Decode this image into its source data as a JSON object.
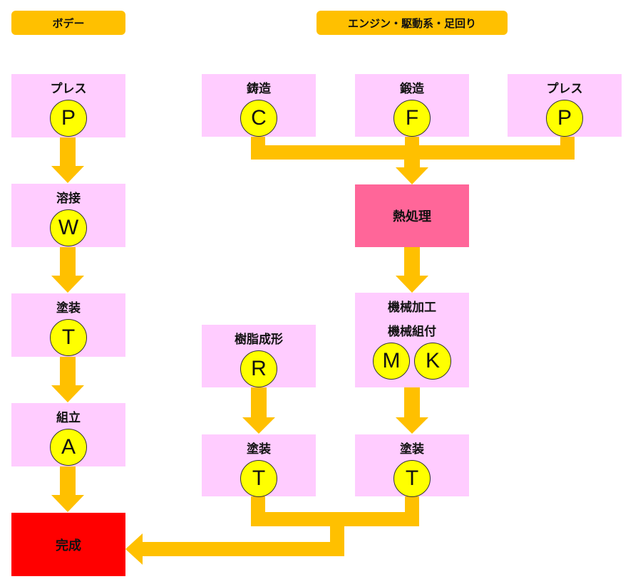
{
  "colors": {
    "header": "#FFC000",
    "process_box": "#FFCCFF",
    "heat_box": "#FF6699",
    "finish_box": "#FF0000",
    "circle": "#FFFF00",
    "arrow": "#FFC000"
  },
  "headers": {
    "body": "ボデー",
    "engine": "エンジン・駆動系・足回り"
  },
  "body_column": {
    "press": {
      "label": "プレス",
      "letter": "P"
    },
    "welding": {
      "label": "溶接",
      "letter": "W"
    },
    "painting": {
      "label": "塗装",
      "letter": "T"
    },
    "assembly": {
      "label": "組立",
      "letter": "A"
    }
  },
  "engine_column": {
    "casting": {
      "label": "鋳造",
      "letter": "C"
    },
    "forging": {
      "label": "鍛造",
      "letter": "F"
    },
    "press": {
      "label": "プレス",
      "letter": "P"
    },
    "heat_treatment": {
      "label": "熱処理"
    },
    "machining": {
      "label1": "機械加工",
      "label2": "機械組付",
      "letters": [
        "M",
        "K"
      ]
    },
    "resin_molding": {
      "label": "樹脂成形",
      "letter": "R"
    },
    "painting_resin": {
      "label": "塗装",
      "letter": "T"
    },
    "painting_machined": {
      "label": "塗装",
      "letter": "T"
    }
  },
  "finish": {
    "label": "完成"
  }
}
